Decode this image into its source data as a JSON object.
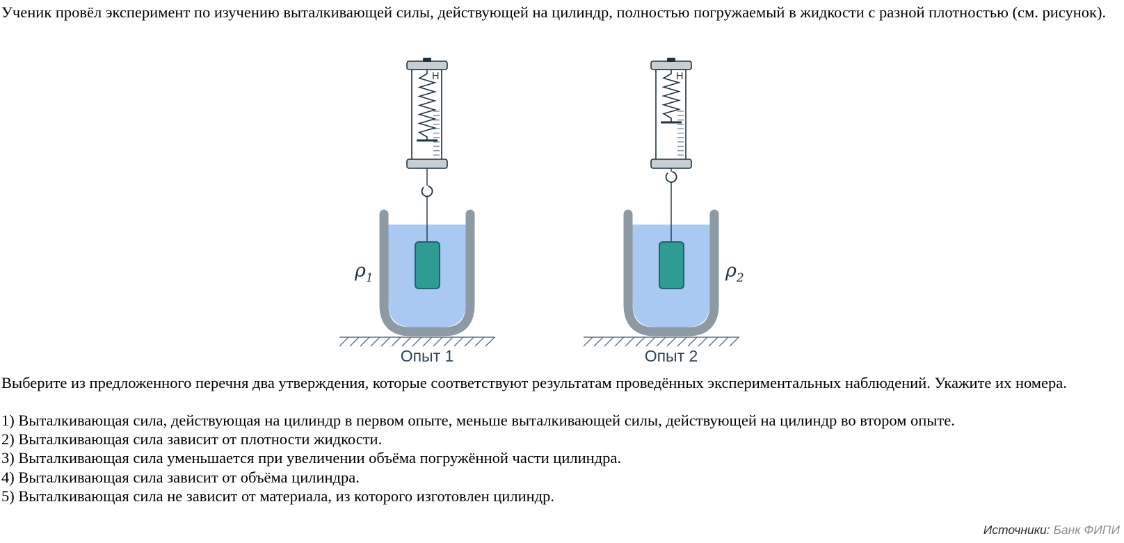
{
  "intro": "Ученик провёл эксперимент по изучению выталкивающей силы, действующей на цилиндр, полностью погружаемый в жидкости с разной плотностью (см. рисунок).",
  "question": "Выберите из предложенного перечня два утверждения, которые соответствуют результатам проведённых экспериментальных наблюдений. Укажите их номера.",
  "options": [
    "1) Выталкивающая сила, действующая на цилиндр в первом опыте, меньше выталкивающей силы, действующей на цилиндр во втором опыте.",
    "2) Выталкивающая сила зависит от плотности жидкости.",
    "3) Выталкивающая сила уменьшается при увеличении объёма погружённой части цилиндра.",
    "4) Выталкивающая сила зависит от объёма цилиндра.",
    "5) Выталкивающая сила не зависит от материала, из которого изготовлен цилиндр."
  ],
  "figure": {
    "experiments": [
      {
        "caption": "Опыт 1",
        "unit_label": "Н",
        "density_symbol": "ρ",
        "density_subscript": "1"
      },
      {
        "caption": "Опыт 2",
        "unit_label": "Н",
        "density_symbol": "ρ",
        "density_subscript": "2"
      }
    ]
  },
  "source": {
    "label": "Источники:",
    "value": "Банк ФИПИ"
  },
  "colors": {
    "liquid_blue": "#a9c8f2",
    "beaker_gray": "#8d99a3",
    "cylinder_teal": "#2e9c92",
    "cylinder_border": "#1d6470",
    "outline_navy": "#1d3340",
    "caption_slate": "#2c4254",
    "tick_gray": "#8a98a2",
    "cap_gray": "#c8cfd4",
    "hatch_slate": "#5d7183",
    "source_gray": "#8e8e8e"
  }
}
